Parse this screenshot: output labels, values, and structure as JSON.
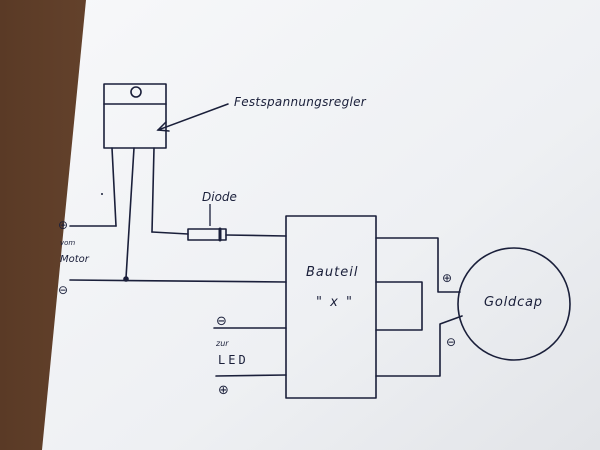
{
  "labels": {
    "regulator": "Festspannungsregler",
    "diode": "Diode",
    "component_line1": "Bauteil",
    "component_line2": "\" x \"",
    "goldcap": "Goldcap",
    "motor_plus": "⊕",
    "motor_from": "vom",
    "motor_label": "Motor",
    "motor_minus": "⊖",
    "led_minus": "⊖",
    "led_to": "zur",
    "led_label": "LED",
    "led_plus": "⊕",
    "goldcap_plus": "⊕",
    "goldcap_minus": "⊖"
  },
  "colors": {
    "ink": "#1a1f3a",
    "paper": "#f4f5f7",
    "desk": "#6b4a33"
  }
}
